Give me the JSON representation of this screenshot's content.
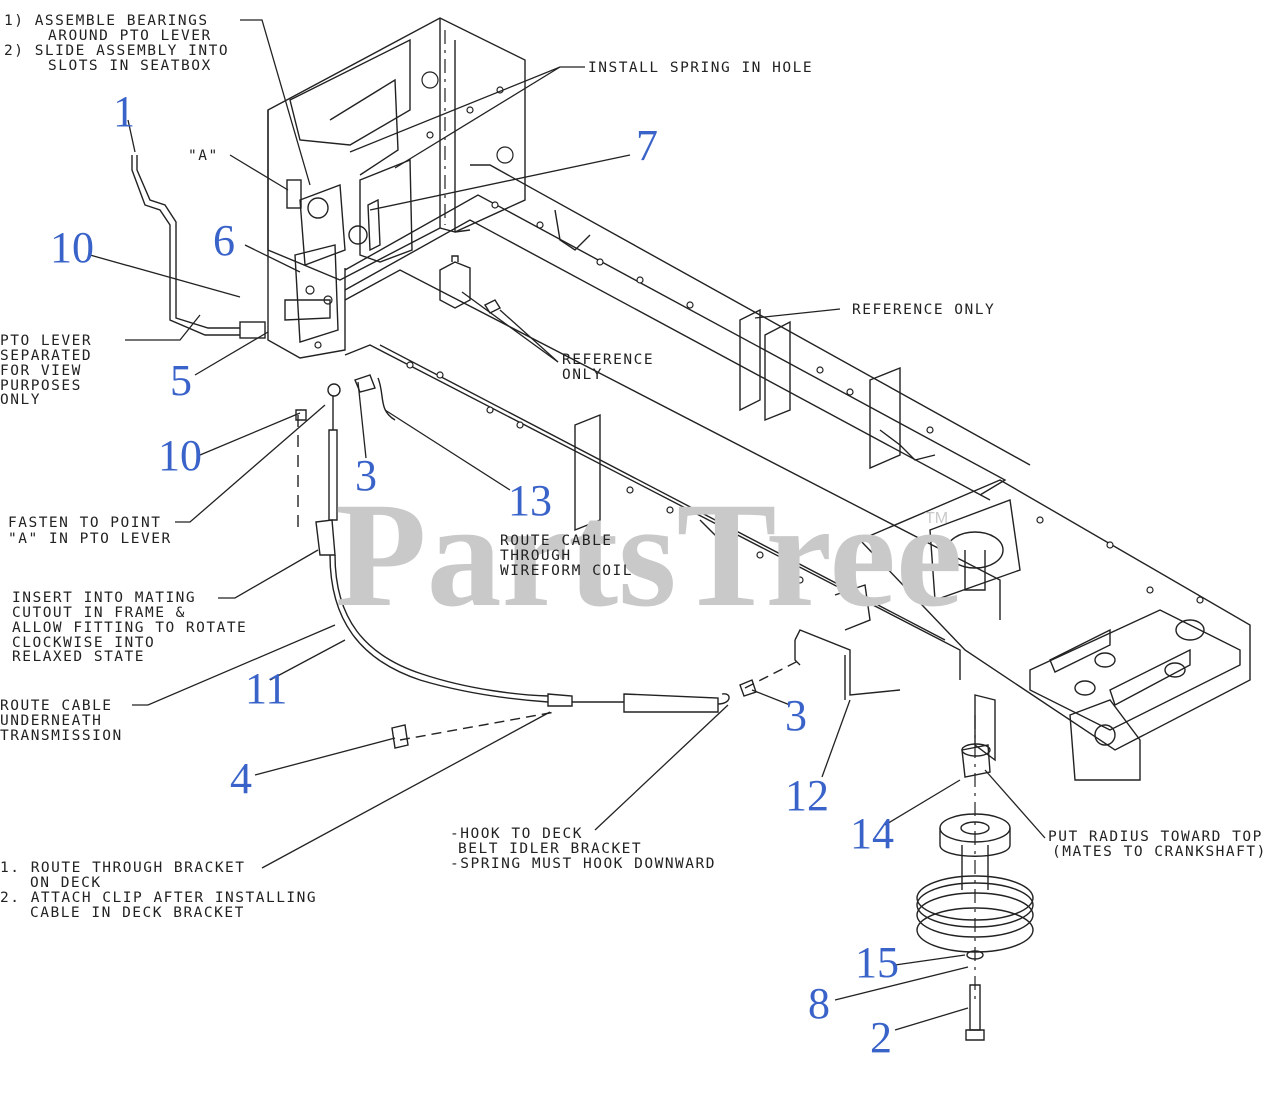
{
  "callouts": [
    "1",
    "10",
    "6",
    "7",
    "5",
    "10",
    "3",
    "13",
    "11",
    "3",
    "4",
    "12",
    "14",
    "15",
    "8",
    "2"
  ],
  "annotations": {
    "assemble_bearings": [
      "1) ASSEMBLE BEARINGS",
      "AROUND PTO LEVER",
      "2) SLIDE ASSEMBLY INTO",
      "SLOTS IN SEATBOX"
    ],
    "install_spring": "INSTALL SPRING IN HOLE",
    "point_a": "\"A\"",
    "reference_only_1": "REFERENCE ONLY",
    "reference_only_2": [
      "REFERENCE",
      "ONLY"
    ],
    "pto_lever": [
      "PTO LEVER",
      "SEPARATED",
      "FOR VIEW",
      "PURPOSES",
      "ONLY"
    ],
    "fasten_to_point": [
      "FASTEN TO POINT",
      "\"A\" IN PTO LEVER"
    ],
    "route_cable_coil": [
      "ROUTE CABLE",
      "THROUGH",
      "WIREFORM COIL"
    ],
    "insert_mating": [
      "INSERT INTO MATING",
      "CUTOUT IN FRAME &",
      "ALLOW FITTING TO ROTATE",
      "CLOCKWISE INTO",
      "RELAXED STATE"
    ],
    "route_underneath": [
      "ROUTE CABLE",
      "UNDERNEATH",
      "TRANSMISSION"
    ],
    "hook_to_deck": [
      "-HOOK TO DECK",
      "BELT IDLER BRACKET",
      "-SPRING MUST HOOK DOWNWARD"
    ],
    "route_bracket": [
      "1. ROUTE THROUGH BRACKET",
      "ON DECK",
      "2. ATTACH CLIP AFTER INSTALLING",
      "CABLE IN DECK BRACKET"
    ],
    "put_radius": [
      "PUT RADIUS TOWARD TOP",
      "(MATES TO CRANKSHAFT)"
    ]
  },
  "watermark": {
    "text": "PartsTree",
    "trademark": "TM"
  }
}
